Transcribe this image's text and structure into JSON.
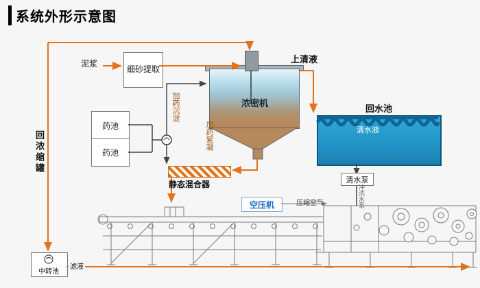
{
  "title": "系统外形示意图",
  "nodes": {
    "mud": {
      "label": "泥浆"
    },
    "fine_sand_extractor": {
      "label": "细砂提取"
    },
    "supernatant": {
      "label": "上清液"
    },
    "thickener": {
      "label": "浓密机"
    },
    "return_water_pool": {
      "label": "回水池"
    },
    "clear_water": {
      "label": "清水液"
    },
    "clear_water_pump": {
      "label": "清水泵"
    },
    "flush_pump": {
      "label": "冲洗水泵"
    },
    "chem_pool_1": {
      "label": "药池"
    },
    "chem_pool_2": {
      "label": "药池"
    },
    "dosing_sedimentation": {
      "label": "加药沉淀"
    },
    "dosing_flocculation": {
      "label": "加药絮凝"
    },
    "static_mixer": {
      "label": "静态混合器"
    },
    "air_compressor": {
      "label": "空压机"
    },
    "compressed_air": {
      "label": "压缩空气"
    },
    "return_thickening_tank": {
      "label": "回浓缩罐"
    },
    "transfer_pool": {
      "label": "中转池"
    },
    "filtrate": {
      "label": "滤液"
    }
  },
  "colors": {
    "flow_orange": "#e0731d",
    "water_blue": "#29a3d4",
    "water_dark_band": "#0f6594",
    "slurry_brown": "#bd8350",
    "line_dark": "#444444",
    "machine_gray": "#7a7a7a",
    "compressor_text": "#1c6fce"
  }
}
